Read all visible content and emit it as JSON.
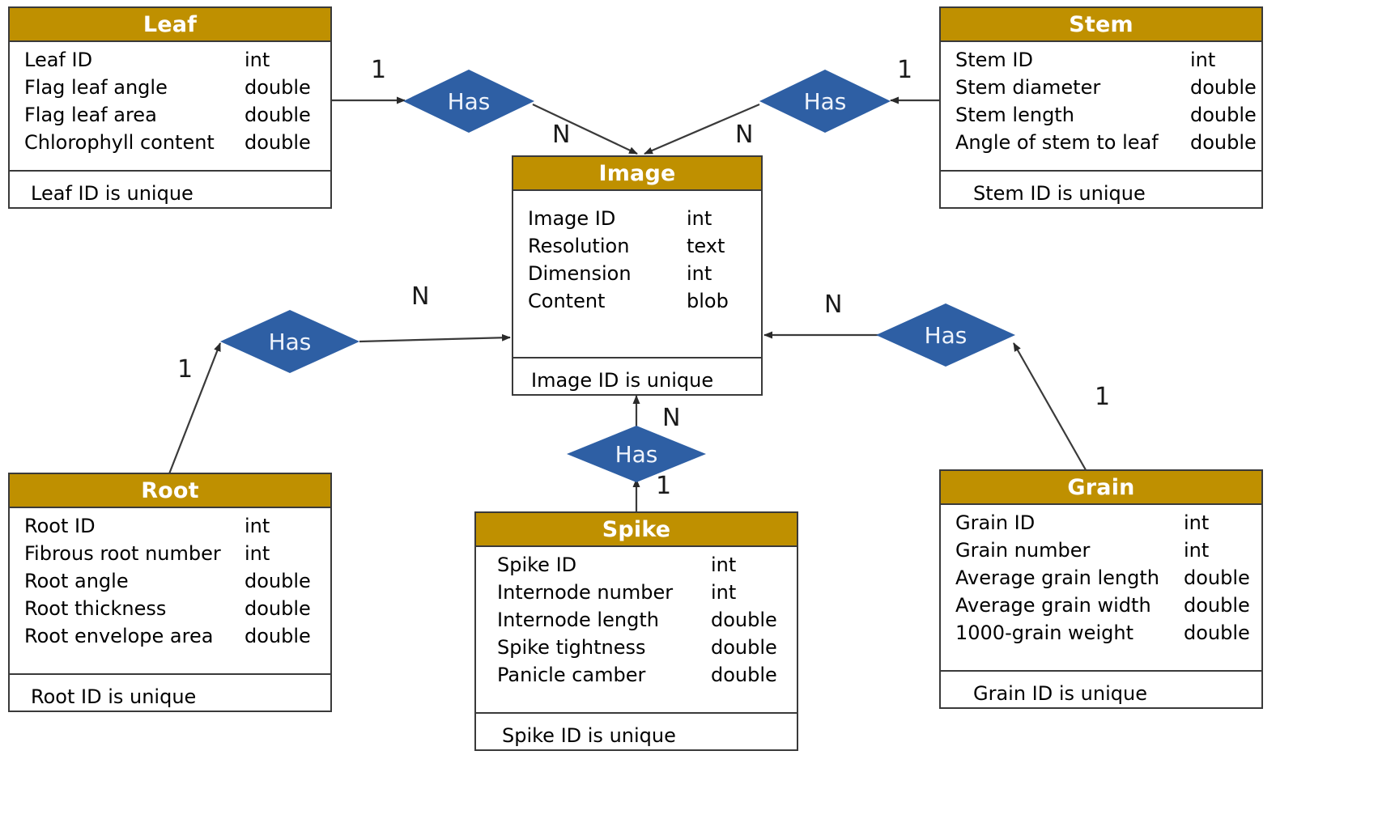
{
  "theme": {
    "entity_header_color": "#BF9000",
    "entity_header_text_color": "#FFFFFF",
    "entity_border_color": "#3A3A3A",
    "entity_body_color": "#FFFFFF",
    "relationship_color": "#2E5FA4",
    "relationship_text_color": "#EEF3FB",
    "connector_color": "#3A3A3A",
    "text_color": "#1A1A1A"
  },
  "diagram": {
    "type": "entity-relationship-diagram",
    "relationship_label": "Has",
    "cardinality_one": "1",
    "cardinality_many": "N"
  },
  "entities": {
    "leaf": {
      "title": "Leaf",
      "attributes": [
        {
          "name": "Leaf ID",
          "type": "int"
        },
        {
          "name": "Flag leaf angle",
          "type": "double"
        },
        {
          "name": "Flag leaf area",
          "type": "double"
        },
        {
          "name": "Chlorophyll content",
          "type": "double"
        }
      ],
      "constraint": "Leaf ID is unique"
    },
    "stem": {
      "title": "Stem",
      "attributes": [
        {
          "name": "Stem ID",
          "type": "int"
        },
        {
          "name": "Stem diameter",
          "type": "double"
        },
        {
          "name": "Stem length",
          "type": "double"
        },
        {
          "name": "Angle of stem to leaf",
          "type": "double"
        }
      ],
      "constraint": "Stem ID is unique"
    },
    "image": {
      "title": "Image",
      "attributes": [
        {
          "name": "Image ID",
          "type": "int"
        },
        {
          "name": "Resolution",
          "type": "text"
        },
        {
          "name": "Dimension",
          "type": "int"
        },
        {
          "name": "Content",
          "type": "blob"
        }
      ],
      "constraint": "Image ID is unique"
    },
    "root": {
      "title": "Root",
      "attributes": [
        {
          "name": "Root ID",
          "type": "int"
        },
        {
          "name": "Fibrous root number",
          "type": "int"
        },
        {
          "name": "Root angle",
          "type": "double"
        },
        {
          "name": "Root thickness",
          "type": "double"
        },
        {
          "name": "Root envelope area",
          "type": "double"
        }
      ],
      "constraint": "Root ID is unique"
    },
    "spike": {
      "title": "Spike",
      "attributes": [
        {
          "name": "Spike ID",
          "type": "int"
        },
        {
          "name": "Internode number",
          "type": "int"
        },
        {
          "name": "Internode length",
          "type": "double"
        },
        {
          "name": "Spike tightness",
          "type": "double"
        },
        {
          "name": "Panicle camber",
          "type": "double"
        }
      ],
      "constraint": "Spike ID is unique"
    },
    "grain": {
      "title": "Grain",
      "attributes": [
        {
          "name": "Grain ID",
          "type": "int"
        },
        {
          "name": "Grain number",
          "type": "int"
        },
        {
          "name": "Average grain length",
          "type": "double"
        },
        {
          "name": "Average grain width",
          "type": "double"
        },
        {
          "name": "1000-grain weight",
          "type": "double"
        }
      ],
      "constraint": "Grain ID is unique"
    }
  },
  "relationships": [
    {
      "id": "leaf-image",
      "label": "Has",
      "from": "Leaf",
      "to": "Image",
      "from_card": "1",
      "to_card": "N"
    },
    {
      "id": "stem-image",
      "label": "Has",
      "from": "Stem",
      "to": "Image",
      "from_card": "1",
      "to_card": "N"
    },
    {
      "id": "root-image",
      "label": "Has",
      "from": "Root",
      "to": "Image",
      "from_card": "1",
      "to_card": "N"
    },
    {
      "id": "spike-image",
      "label": "Has",
      "from": "Spike",
      "to": "Image",
      "from_card": "1",
      "to_card": "N"
    },
    {
      "id": "grain-image",
      "label": "Has",
      "from": "Grain",
      "to": "Image",
      "from_card": "1",
      "to_card": "N"
    }
  ]
}
